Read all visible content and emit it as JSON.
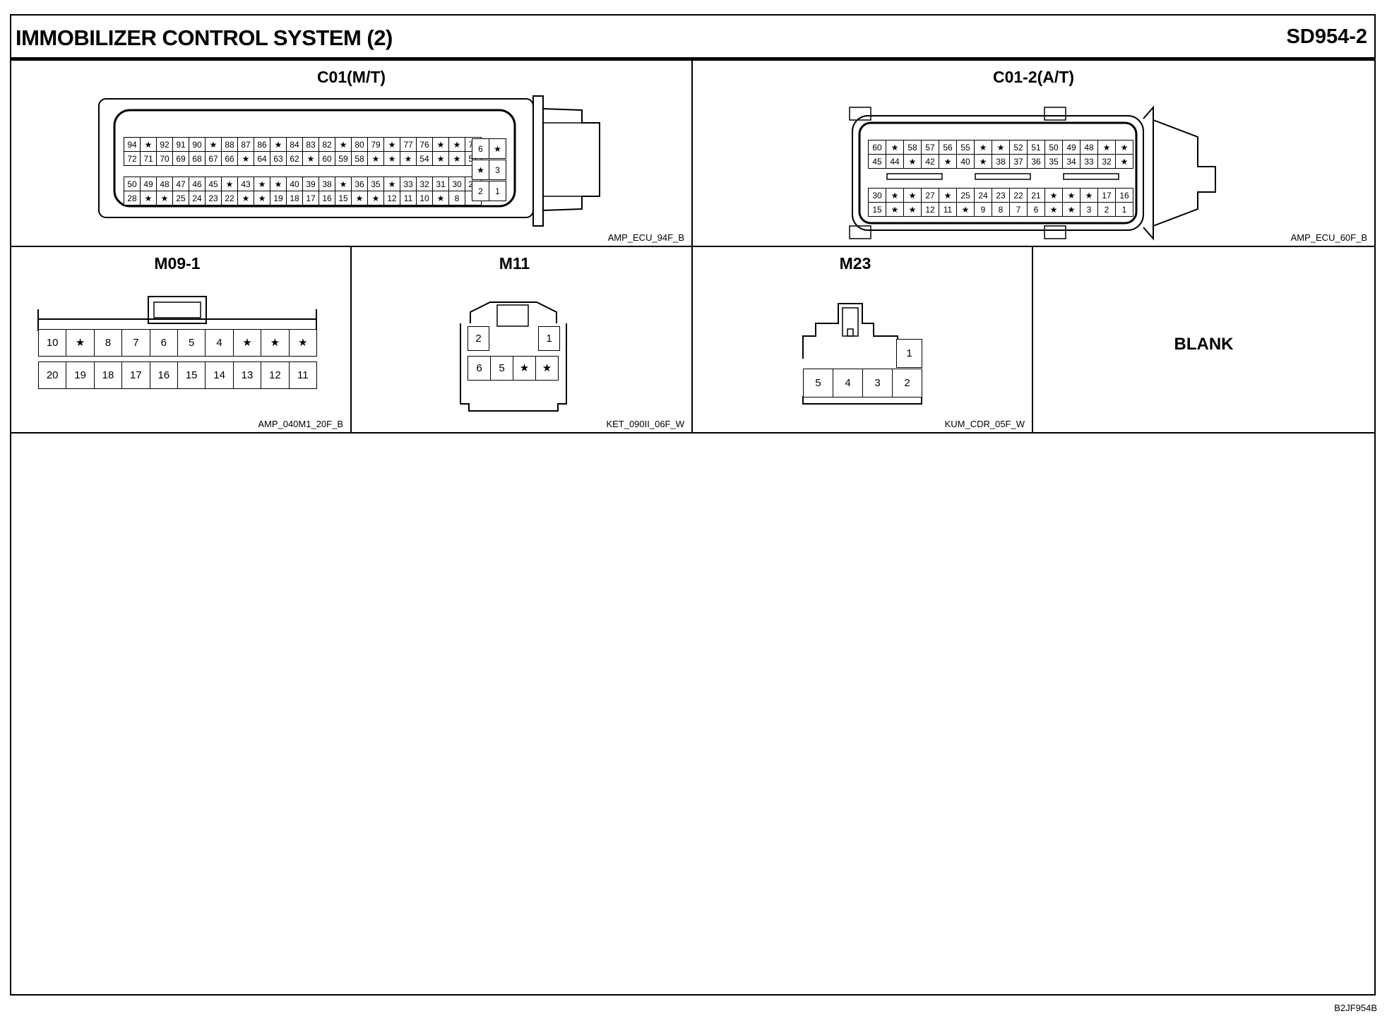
{
  "header": {
    "title": "IMMOBILIZER CONTROL SYSTEM (2)",
    "doc_id": "SD954-2"
  },
  "footer": {
    "code": "B2JF954B"
  },
  "connectors": {
    "c01": {
      "title": "C01(M/T)",
      "part_code": "AMP_ECU_94F_B",
      "rows": [
        [
          "94",
          "★",
          "92",
          "91",
          "90",
          "★",
          "88",
          "87",
          "86",
          "★",
          "84",
          "83",
          "82",
          "★",
          "80",
          "79",
          "★",
          "77",
          "76",
          "★",
          "★",
          "73"
        ],
        [
          "72",
          "71",
          "70",
          "69",
          "68",
          "67",
          "66",
          "★",
          "64",
          "63",
          "62",
          "★",
          "60",
          "59",
          "58",
          "★",
          "★",
          "★",
          "54",
          "★",
          "★",
          "51"
        ],
        [
          "50",
          "49",
          "48",
          "47",
          "46",
          "45",
          "★",
          "43",
          "★",
          "★",
          "40",
          "39",
          "38",
          "★",
          "36",
          "35",
          "★",
          "33",
          "32",
          "31",
          "30",
          "29"
        ],
        [
          "28",
          "★",
          "★",
          "25",
          "24",
          "23",
          "22",
          "★",
          "★",
          "19",
          "18",
          "17",
          "16",
          "15",
          "★",
          "★",
          "12",
          "11",
          "10",
          "★",
          "8",
          "7"
        ]
      ],
      "side_rows": [
        [
          "6",
          "★"
        ],
        [
          "★",
          "3"
        ],
        [
          "2",
          "1"
        ]
      ]
    },
    "c01_2": {
      "title": "C01-2(A/T)",
      "part_code": "AMP_ECU_60F_B",
      "rows": [
        [
          "60",
          "★",
          "58",
          "57",
          "56",
          "55",
          "★",
          "★",
          "52",
          "51",
          "50",
          "49",
          "48",
          "★",
          "★"
        ],
        [
          "45",
          "44",
          "★",
          "42",
          "★",
          "40",
          "★",
          "38",
          "37",
          "36",
          "35",
          "34",
          "33",
          "32",
          "★"
        ],
        [
          "30",
          "★",
          "★",
          "27",
          "★",
          "25",
          "24",
          "23",
          "22",
          "21",
          "★",
          "★",
          "★",
          "17",
          "16"
        ],
        [
          "15",
          "★",
          "★",
          "12",
          "11",
          "★",
          "9",
          "8",
          "7",
          "6",
          "★",
          "★",
          "3",
          "2",
          "1"
        ]
      ]
    },
    "m09_1": {
      "title": "M09-1",
      "part_code": "AMP_040M1_20F_B",
      "rows": [
        [
          "10",
          "★",
          "8",
          "7",
          "6",
          "5",
          "4",
          "★",
          "★",
          "★"
        ],
        [
          "20",
          "19",
          "18",
          "17",
          "16",
          "15",
          "14",
          "13",
          "12",
          "11"
        ]
      ]
    },
    "m11": {
      "title": "M11",
      "part_code": "KET_090II_06F_W",
      "rows": [
        [
          "2",
          "1"
        ],
        [
          "6",
          "5",
          "★",
          "★"
        ]
      ]
    },
    "m23": {
      "title": "M23",
      "part_code": "KUM_CDR_05F_W",
      "rows": [
        [
          "1"
        ],
        [
          "5",
          "4",
          "3",
          "2"
        ]
      ]
    },
    "blank": {
      "label": "BLANK"
    }
  }
}
